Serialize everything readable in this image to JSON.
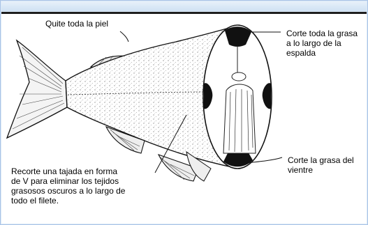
{
  "labels": {
    "skin": "Quite toda la piel",
    "back_fat": [
      "Corte toda la grasa",
      "a lo largo de la",
      "espalda"
    ],
    "belly_fat": [
      "Corte la grasa del",
      "vientre"
    ],
    "v_cut": [
      "Recorte una tajada en forma",
      "de V para eliminar los tejidos",
      "grasosos oscuros a lo largo de",
      "todo el filete."
    ]
  },
  "colors": {
    "frame": "#a9c3e6",
    "background": "#dbe9f7",
    "ink": "#111111"
  }
}
